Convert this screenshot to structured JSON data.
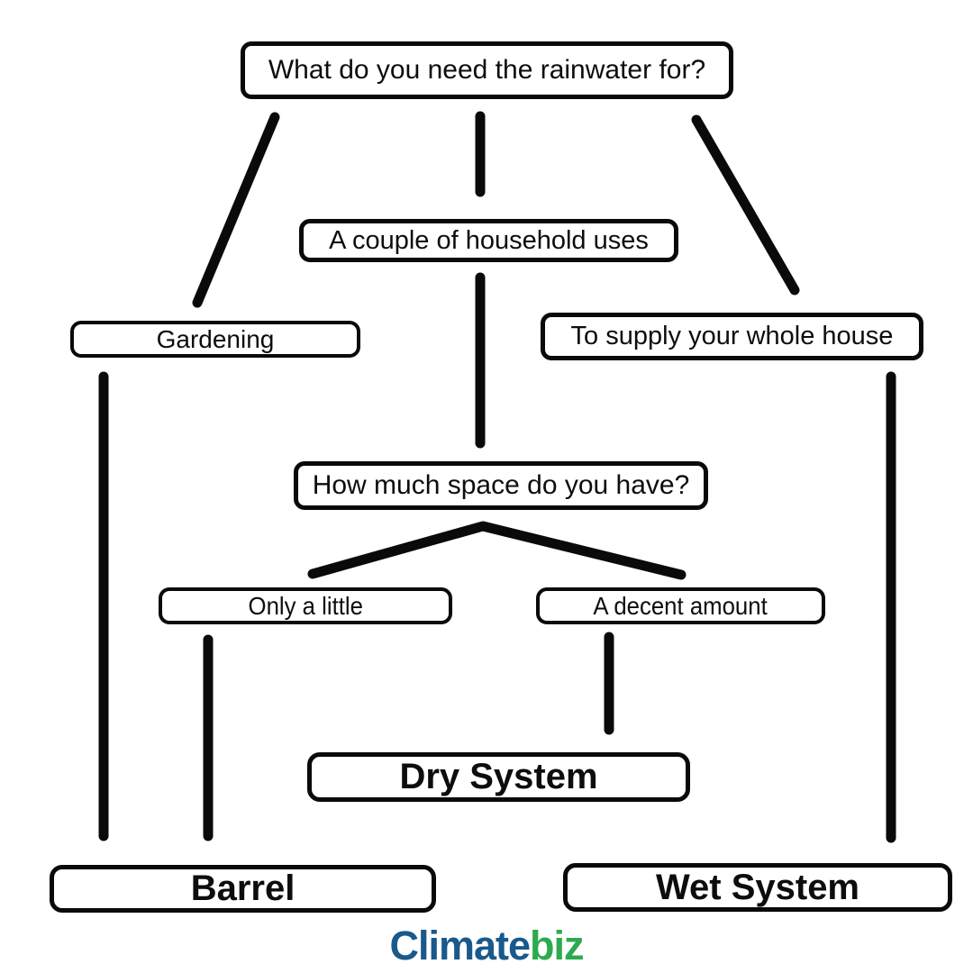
{
  "flowchart": {
    "nodes": {
      "q_need": {
        "label": "What do you need the rainwater for?"
      },
      "household": {
        "label": "A couple of household uses"
      },
      "gardening": {
        "label": "Gardening"
      },
      "whole_house": {
        "label": "To supply your whole house"
      },
      "q_space": {
        "label": "How much space do you have?"
      },
      "little": {
        "label": "Only a little"
      },
      "decent": {
        "label": "A decent amount"
      },
      "dry": {
        "label": "Dry System"
      },
      "barrel": {
        "label": "Barrel"
      },
      "wet": {
        "label": "Wet System"
      }
    },
    "edges": [
      {
        "from": "q_need",
        "to": "gardening"
      },
      {
        "from": "q_need",
        "to": "household"
      },
      {
        "from": "q_need",
        "to": "whole_house"
      },
      {
        "from": "household",
        "to": "q_space"
      },
      {
        "from": "q_space",
        "to": "little"
      },
      {
        "from": "q_space",
        "to": "decent"
      },
      {
        "from": "gardening",
        "to": "barrel"
      },
      {
        "from": "little",
        "to": "barrel"
      },
      {
        "from": "decent",
        "to": "dry"
      },
      {
        "from": "whole_house",
        "to": "wet"
      }
    ],
    "colors": {
      "box_border": "#0a0a0a",
      "line": "#0a0a0a",
      "text": "#0d0d0d",
      "background": "#ffffff"
    }
  },
  "logo": {
    "text_primary": "Climate",
    "text_secondary": "biz",
    "color_primary": "#19598b",
    "color_secondary": "#2daa4e"
  }
}
